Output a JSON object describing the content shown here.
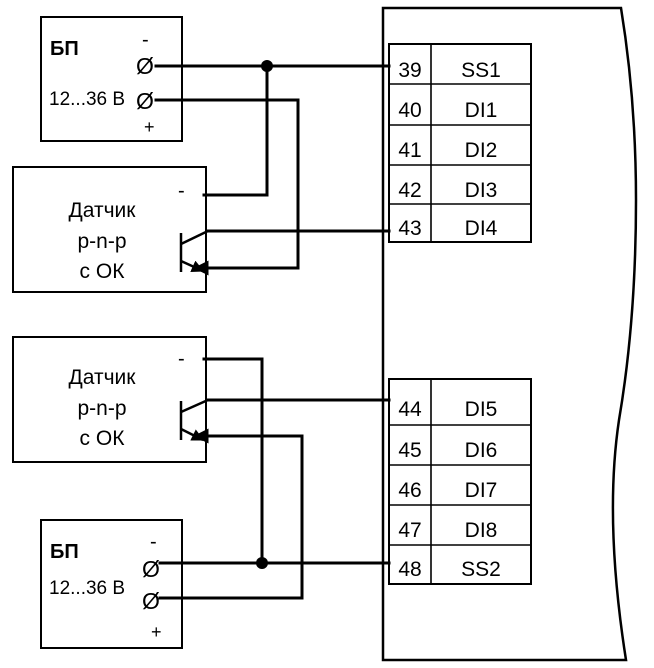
{
  "power_supplies": [
    {
      "title": "БП",
      "voltage": "12...36 В",
      "minus": "-",
      "plus": "+"
    },
    {
      "title": "БП",
      "voltage": "12...36 В",
      "minus": "-",
      "plus": "+"
    }
  ],
  "sensors": [
    {
      "line1": "Датчик",
      "line2": "p-n-p",
      "line3": "с ОК",
      "minus": "-"
    },
    {
      "line1": "Датчик",
      "line2": "p-n-p",
      "line3": "с ОК",
      "minus": "-"
    }
  ],
  "terminal_blocks": [
    {
      "rows": [
        {
          "num": "39",
          "label": "SS1"
        },
        {
          "num": "40",
          "label": "DI1"
        },
        {
          "num": "41",
          "label": "DI2"
        },
        {
          "num": "42",
          "label": "DI3"
        },
        {
          "num": "43",
          "label": "DI4"
        }
      ]
    },
    {
      "rows": [
        {
          "num": "44",
          "label": "DI5"
        },
        {
          "num": "45",
          "label": "DI6"
        },
        {
          "num": "46",
          "label": "DI7"
        },
        {
          "num": "47",
          "label": "DI8"
        },
        {
          "num": "48",
          "label": "SS2"
        }
      ]
    }
  ],
  "terminal_symbol": "Ø"
}
